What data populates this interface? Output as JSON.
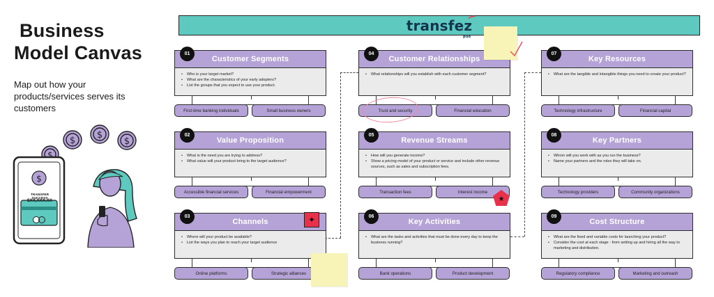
{
  "title_line1": "Business",
  "title_line2": "Model Canvas",
  "subtitle": "Map out how your products/services serves its customers",
  "logo": {
    "name": "transfez",
    "sub": "pub"
  },
  "phone": {
    "line1": "TRANSFER SUCCESS",
    "line2": "$XX,XXX.XX"
  },
  "colors": {
    "teal": "#5ec9be",
    "lavender": "#b5a3d8",
    "gray": "#ebebeb",
    "red": "#e8314a",
    "sticky": "#f8f4b7"
  },
  "blocks": [
    {
      "num": "01",
      "title": "Customer Segments",
      "items": [
        "Who is your target market?",
        "What are the characteristics of your early adopters?",
        "List the groups that you expect to use your product."
      ],
      "pills": [
        "First-time banking individuals",
        "Small business owners"
      ]
    },
    {
      "num": "02",
      "title": "Value Proposition",
      "items": [
        "What is the need you are trying to address?",
        "What value will your product bring to the target audience?"
      ],
      "pills": [
        "Accessible financial services",
        "Financial empowerment"
      ]
    },
    {
      "num": "03",
      "title": "Channels",
      "items": [
        "Where will your product be available?",
        "List the ways you plan to reach your target audience"
      ],
      "pills": [
        "Online platforms",
        "Strategic alliances"
      ]
    },
    {
      "num": "04",
      "title": "Customer Relationships",
      "items": [
        "What relationships will you establish with each customer segment?"
      ],
      "pills": [
        "Trust and security",
        "Financial education"
      ]
    },
    {
      "num": "05",
      "title": "Revenue Streams",
      "items": [
        "How will you generate income?",
        "Show a pricing model of your product or service and include other revenue sources, such as sales and subscription fees."
      ],
      "pills": [
        "Transaction fees",
        "Interest income"
      ]
    },
    {
      "num": "06",
      "title": "Key Activities",
      "items": [
        "What are the tasks and activities that must be done every day to keep the business running?"
      ],
      "pills": [
        "Bank operations",
        "Product development"
      ]
    },
    {
      "num": "07",
      "title": "Key Resources",
      "items": [
        "What are the tangible and intangible things you need to create your product?"
      ],
      "pills": [
        "Technology infrastructure",
        "Financial capital"
      ]
    },
    {
      "num": "08",
      "title": "Key Partners",
      "items": [
        "Whom will you work with as you run the business?",
        "Name your partners and the roles they will take on."
      ],
      "pills": [
        "Technology providers",
        "Community organizations"
      ]
    },
    {
      "num": "09",
      "title": "Cost Structure",
      "items": [
        "What are the fixed and variable costs for launching your product?",
        "Consider the cost at each stage - from setting up and hiring all the way to marketing and distribution."
      ],
      "pills": [
        "Regulatory compliance",
        "Marketing and outreach"
      ]
    }
  ]
}
